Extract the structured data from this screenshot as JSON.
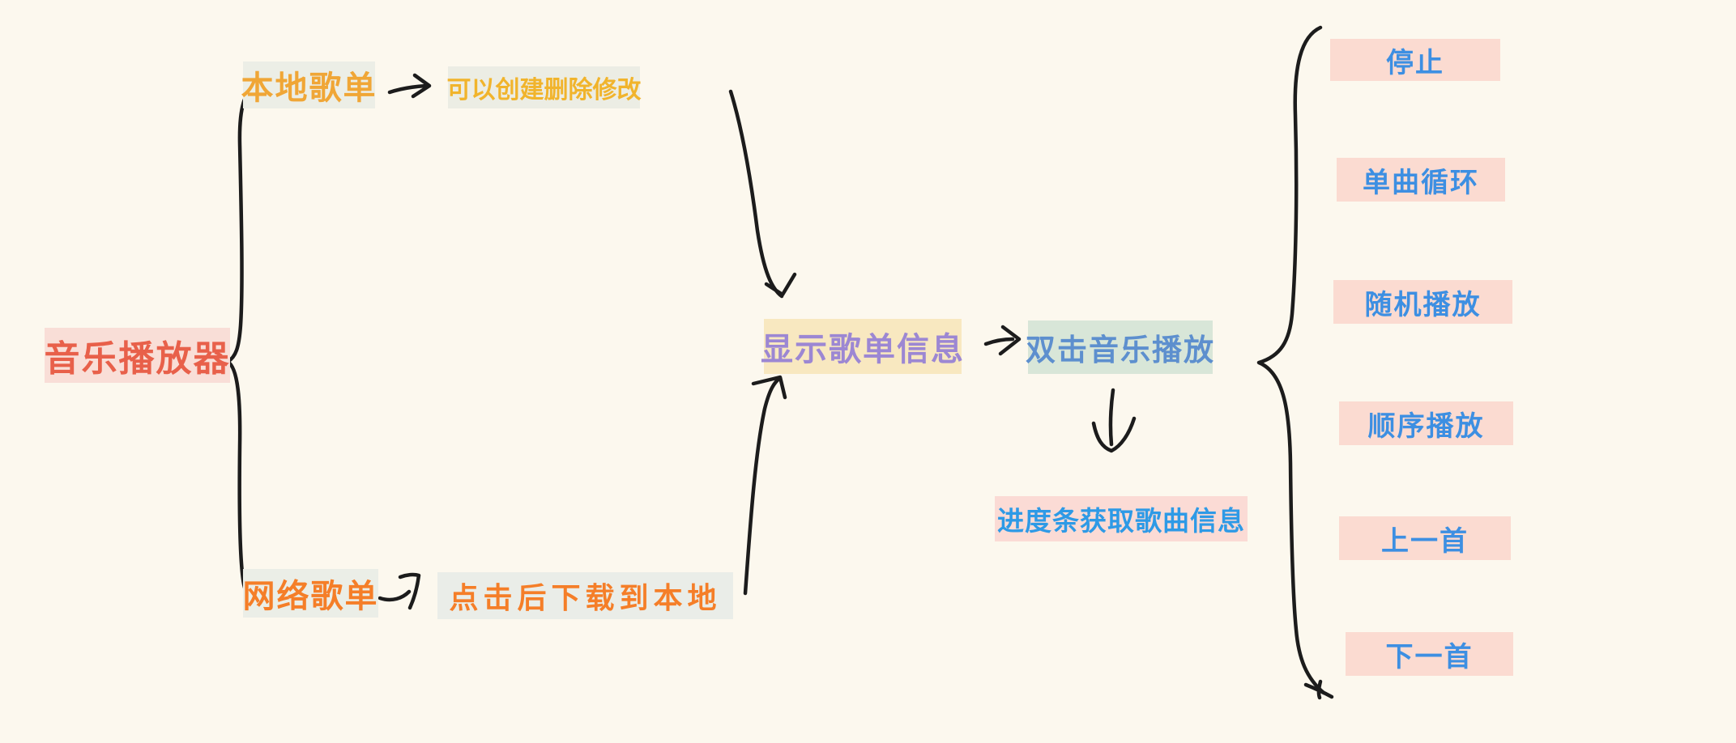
{
  "diagram": {
    "title_node": "音乐播放器",
    "background_color": "#FCF8EE",
    "ink_color": "#1C1C1C"
  },
  "nodes": {
    "root": {
      "label": "音乐播放器",
      "text_color": "#E8604A",
      "bg_color": "#F9DED7"
    },
    "local": {
      "label": "本地歌单",
      "text_color": "#F0A636",
      "bg_color": "#ECEEE6"
    },
    "local_note": {
      "label": "可以创建删除修改",
      "text_color": "#F1B42C",
      "bg_color": "#ECEDE4"
    },
    "network": {
      "label": "网络歌单",
      "text_color": "#F57E28",
      "bg_color": "#EBEEE7"
    },
    "network_note": {
      "label": "点击后下载到本地",
      "text_color": "#F57E28",
      "bg_color": "#EAEDE8"
    },
    "display_info": {
      "label": "显示歌单信息",
      "text_color": "#9C87D3",
      "bg_color": "#F8E8C0"
    },
    "double_click_play": {
      "label": "双击音乐播放",
      "text_color": "#5D8FCE",
      "bg_color": "#D8E6D8"
    },
    "progress_bar": {
      "label": "进度条获取歌曲信息",
      "text_color": "#2E9AE6",
      "bg_color": "#FBDBD5"
    }
  },
  "controls": {
    "text_color": "#3D8FE2",
    "bg_color": "#FBDBD1",
    "items": [
      {
        "label": "停止"
      },
      {
        "label": "单曲循环"
      },
      {
        "label": "随机播放"
      },
      {
        "label": "顺序播放"
      },
      {
        "label": "上一首"
      },
      {
        "label": "下一首"
      }
    ]
  }
}
